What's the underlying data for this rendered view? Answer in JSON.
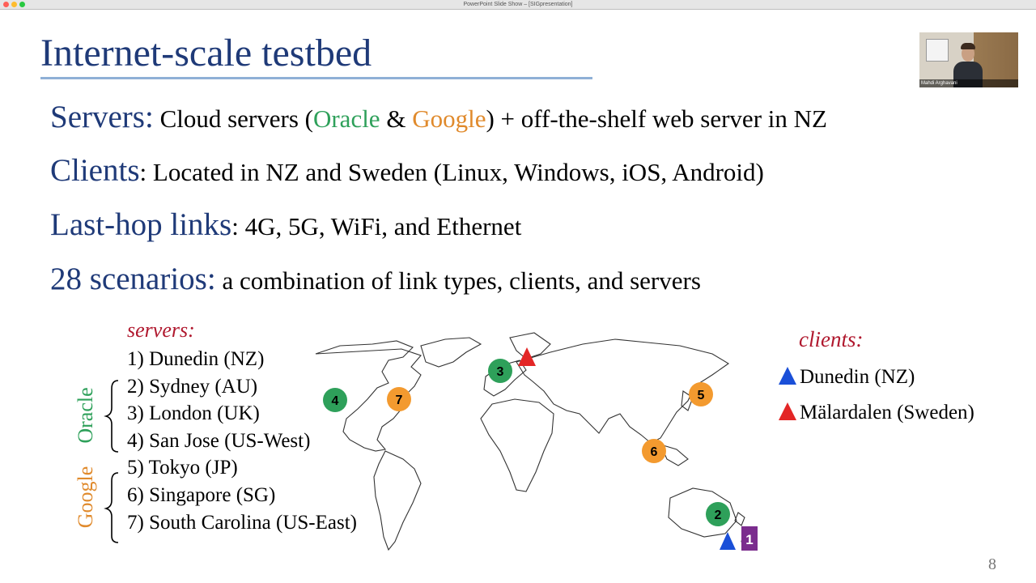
{
  "window": {
    "title": "PowerPoint Slide Show – [SIGpresentation]"
  },
  "slide": {
    "title": "Internet-scale testbed",
    "bullets": [
      {
        "heading": "Servers:",
        "pre": " Cloud servers (",
        "oracle": "Oracle",
        "amp": " & ",
        "google": "Google",
        "post": ") + off-the-shelf web server in NZ"
      },
      {
        "heading": "Clients",
        "text": ": Located in NZ and Sweden (Linux, Windows, iOS, Android)"
      },
      {
        "heading": "Last-hop links",
        "text": ": 4G, 5G, WiFi, and Ethernet"
      },
      {
        "heading": "28 scenarios:",
        "text": " a combination of link types, clients, and servers"
      }
    ],
    "servers_label": "servers:",
    "servers": [
      "1) Dunedin (NZ)",
      "2) Sydney (AU)",
      "3) London (UK)",
      "4) San Jose (US-West)",
      "5) Tokyo (JP)",
      "6) Singapore (SG)",
      "7) South Carolina (US-East)"
    ],
    "group_oracle": "Oracle",
    "group_google": "Google",
    "clients_label": "clients:",
    "clients": [
      "Dunedin (NZ)",
      "Mälardalen (Sweden)"
    ],
    "map_markers": {
      "m1": "1",
      "m2": "2",
      "m3": "3",
      "m4": "4",
      "m5": "5",
      "m6": "6",
      "m7": "7"
    },
    "page_number": "8"
  },
  "video": {
    "participant_name": "Mahdi Arghavani"
  },
  "colors": {
    "title_blue": "#1f3a78",
    "oracle_green": "#2ea05a",
    "google_orange": "#e08a2c",
    "server_label_red": "#b0182e",
    "client_blue": "#1a4fd8",
    "client_red": "#e32626",
    "dunedin_purple": "#7b2d8e"
  }
}
